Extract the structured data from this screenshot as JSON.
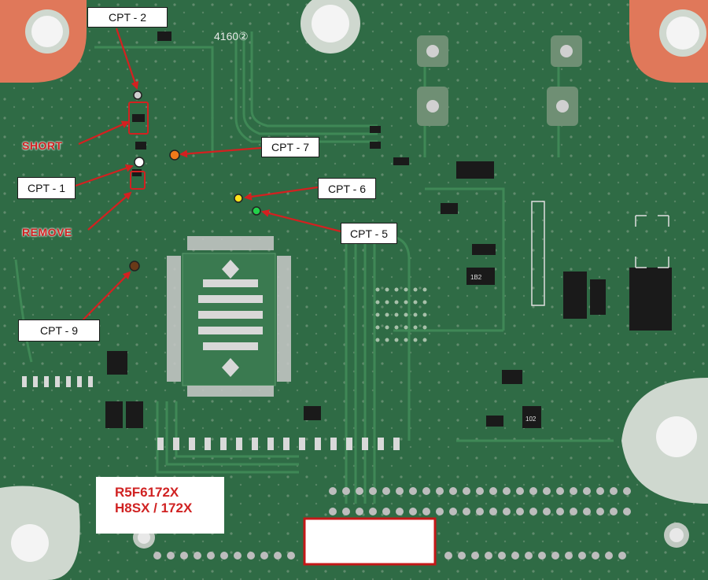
{
  "image": {
    "description_kind": "annotated ECU circuit board photo",
    "board_color": "#2f6b45",
    "pad_color": "#e0785a"
  },
  "silkscreen": {
    "board_code": "4160②"
  },
  "component_markings": {
    "marking_a": "1B2",
    "marking_b": "102"
  },
  "callouts": [
    {
      "id": "cpt2",
      "label": "CPT - 2",
      "dot_color": "#cfcfcf"
    },
    {
      "id": "cpt1",
      "label": "CPT - 1",
      "dot_color": "#ffffff"
    },
    {
      "id": "cpt7",
      "label": "CPT - 7",
      "dot_color": "#f07a1a"
    },
    {
      "id": "cpt6",
      "label": "CPT - 6",
      "dot_color": "#ffe21a"
    },
    {
      "id": "cpt5",
      "label": "CPT - 5",
      "dot_color": "#22d04a"
    },
    {
      "id": "cpt9",
      "label": "CPT - 9",
      "dot_color": "#6a3a18"
    }
  ],
  "annotations": {
    "short": "SHORT",
    "remove": "REMOVE"
  },
  "chip_label": {
    "line1": "R5F6172X",
    "line2": "H8SX / 172X"
  },
  "colors": {
    "arrow": "#d42020",
    "highlight": "#d42020"
  }
}
